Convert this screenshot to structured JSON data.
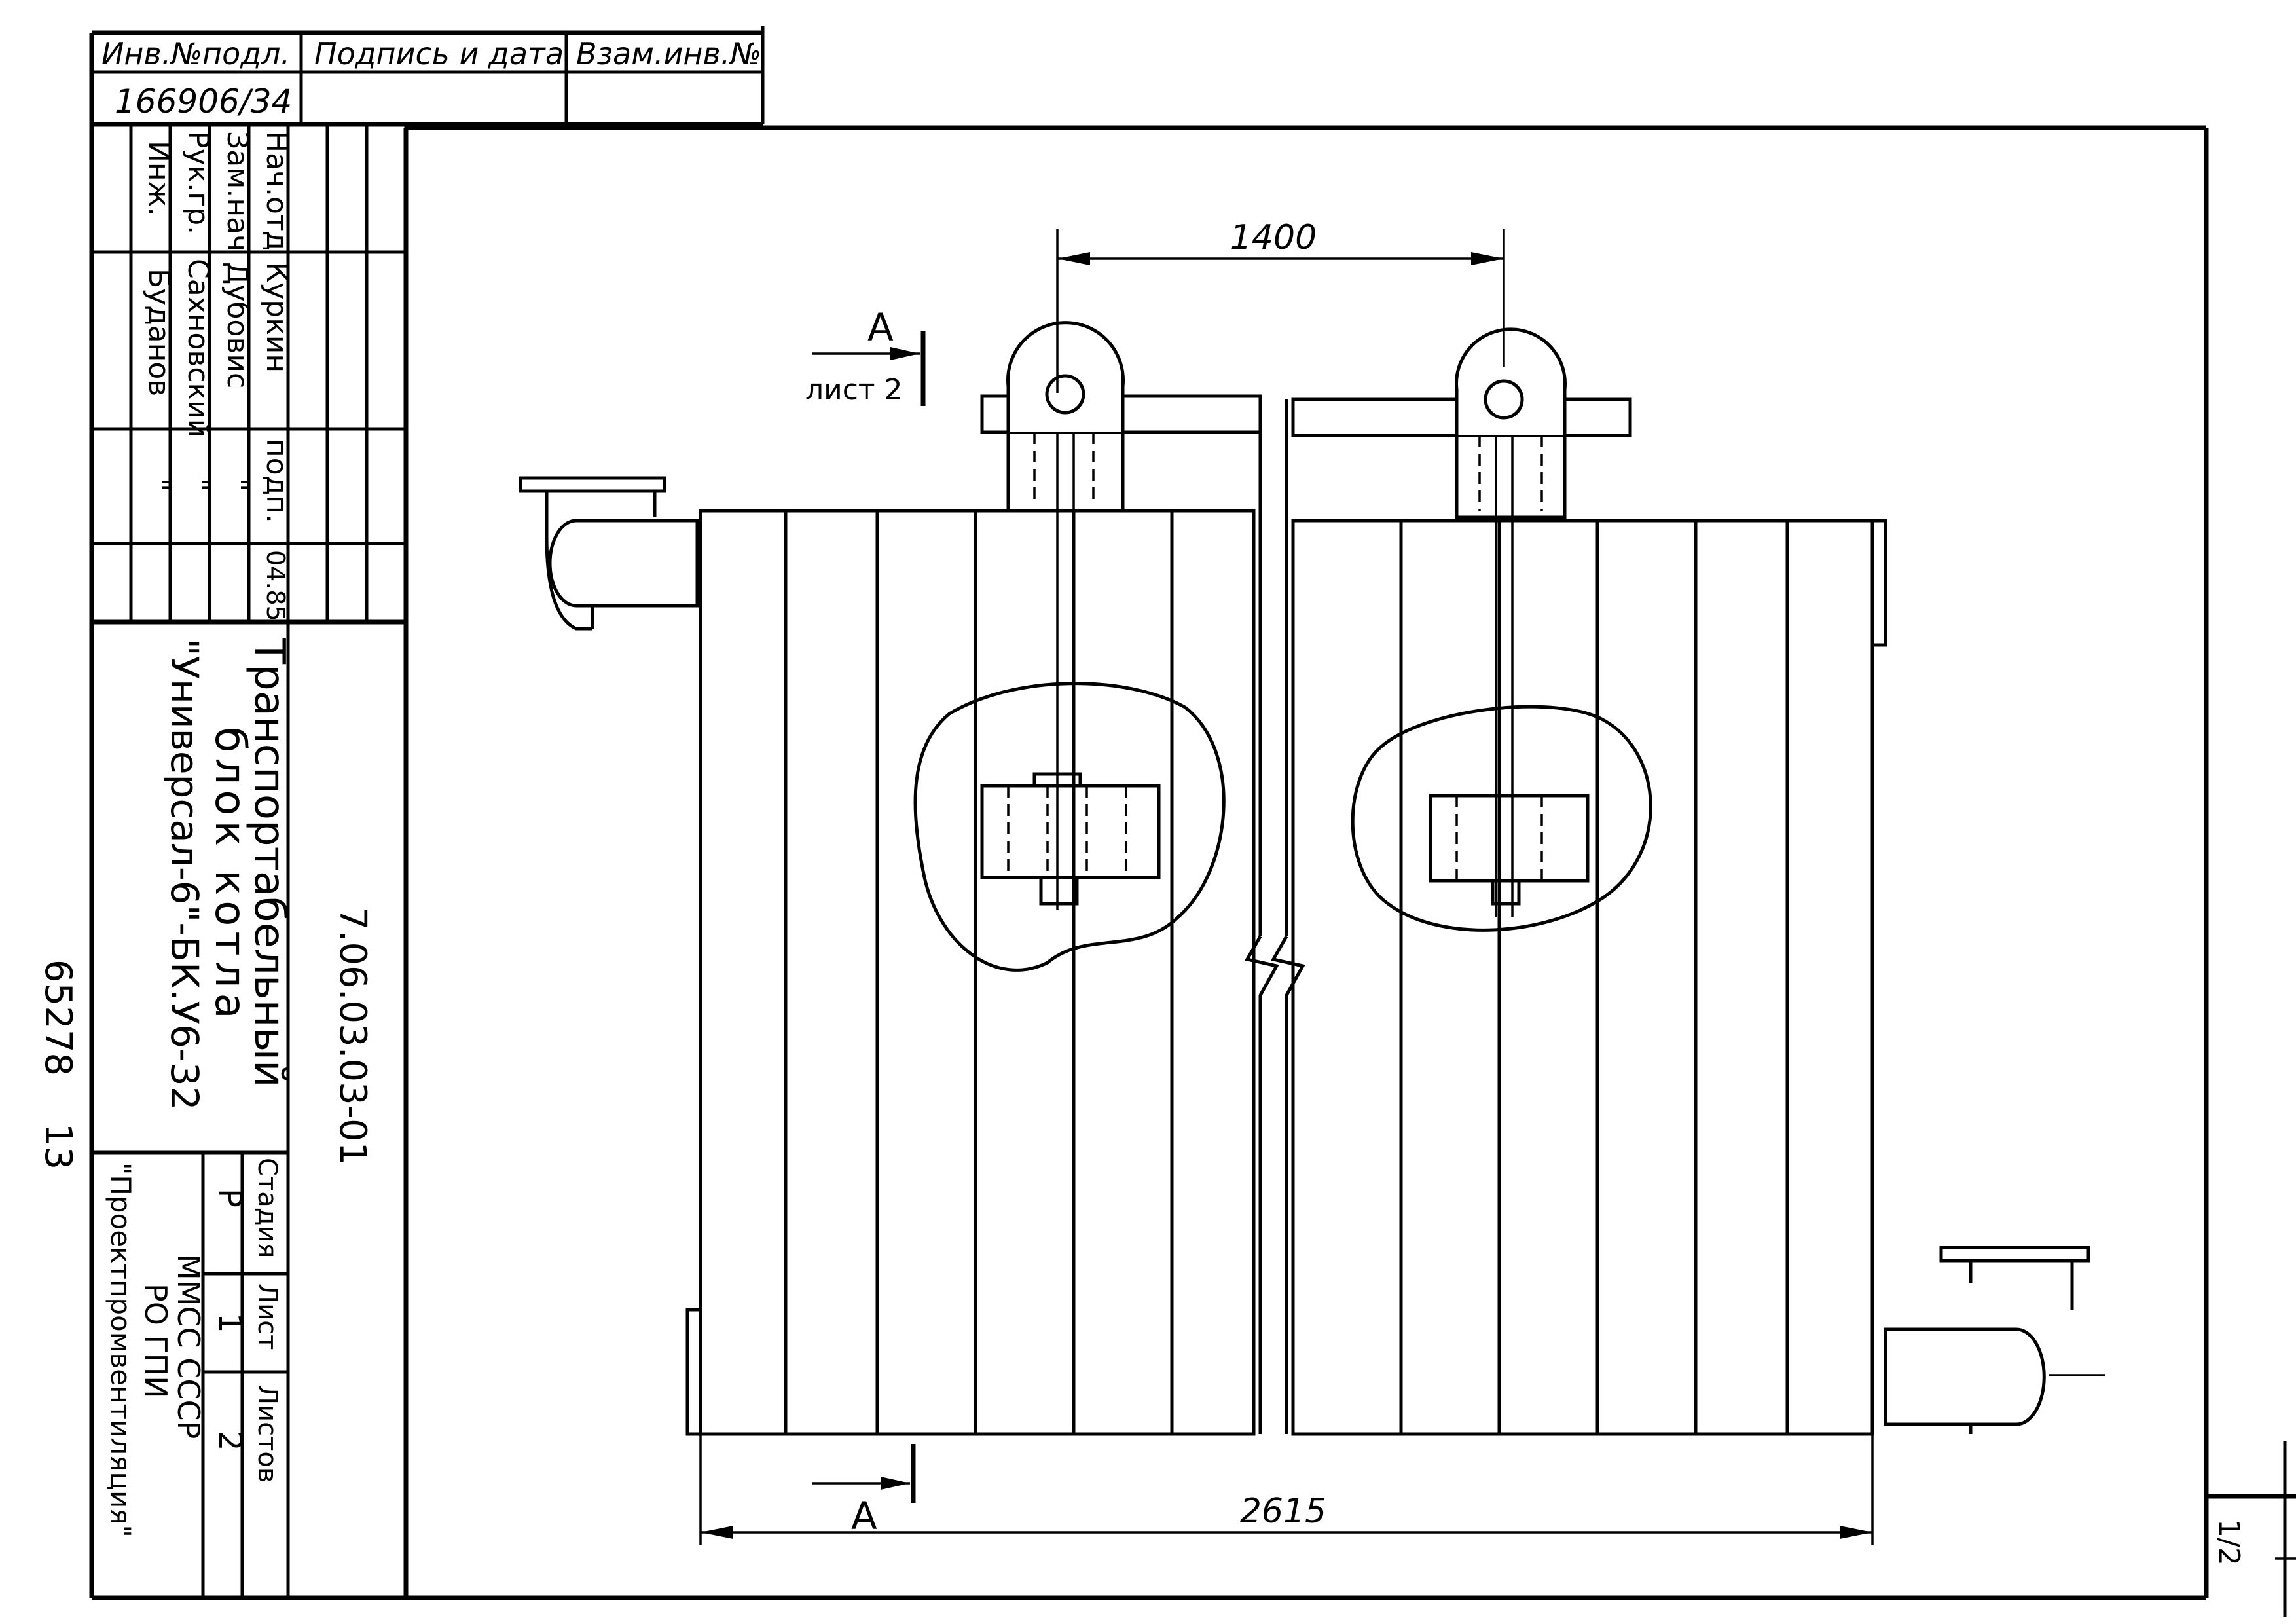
{
  "stamp_top": {
    "inv_podl_label": "Инв.№подл.",
    "podpis_data_label": "Подпись и дата",
    "vzam_inv_label": "Взам.инв.№",
    "inv_podl_value": "166906/34"
  },
  "signatures": {
    "roles": [
      "Нач.отд",
      "Зам.нач",
      "Рук.гр.",
      "Инж."
    ],
    "names": [
      "Куркин",
      "Дубовис",
      "Сахновский",
      "Буданов"
    ],
    "sign_header": "подп.",
    "sign_marks": [
      "\"",
      "\"",
      "\""
    ],
    "date": "04.85"
  },
  "title_block": {
    "title_line1": "Транспортабельный",
    "title_line2": "блок котла",
    "title_line3": "\"Универсал-6\"-БК.У6-32",
    "doc_code": "7.06.03.03-01",
    "stage_label": "Стадия",
    "stage_value": "Р",
    "sheet_label": "Лист",
    "sheet_value": "1",
    "sheets_label": "Листов",
    "sheets_value": "2",
    "org_line1": "ММСС     СССР",
    "org_line2": "РО ГПИ",
    "org_line3": "\"Проектпромвентиляция\""
  },
  "archive": {
    "number": "65278",
    "page": "13"
  },
  "drawing": {
    "dim_top": "1400",
    "dim_bottom": "2615",
    "section_mark_top": "А",
    "section_sheet_ref": "лист 2",
    "section_mark_bottom": "А"
  },
  "corner_page": "1/2"
}
